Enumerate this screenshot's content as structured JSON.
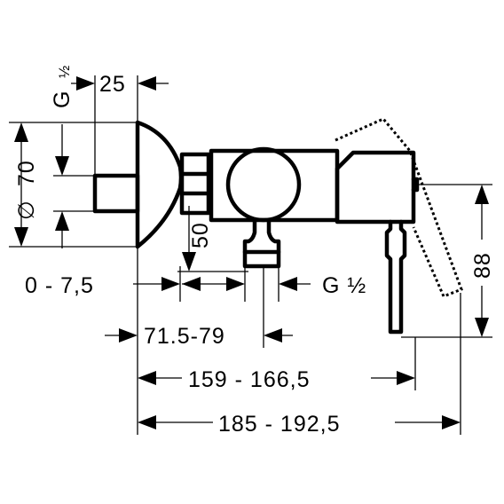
{
  "labels": {
    "g_half_top_g": "G",
    "g_half_top_frac": "½",
    "dim_25": "25",
    "dim_70_symbol": "∅",
    "dim_70": "70",
    "dim_50": "50",
    "dim_0_7_5": "0 - 7,5",
    "g_half_right": "G ½",
    "dim_88": "88",
    "dim_71_5_79": "71.5-79",
    "dim_159_166_5": "159 - 166,5",
    "dim_185_192_5": "185 - 192,5"
  }
}
